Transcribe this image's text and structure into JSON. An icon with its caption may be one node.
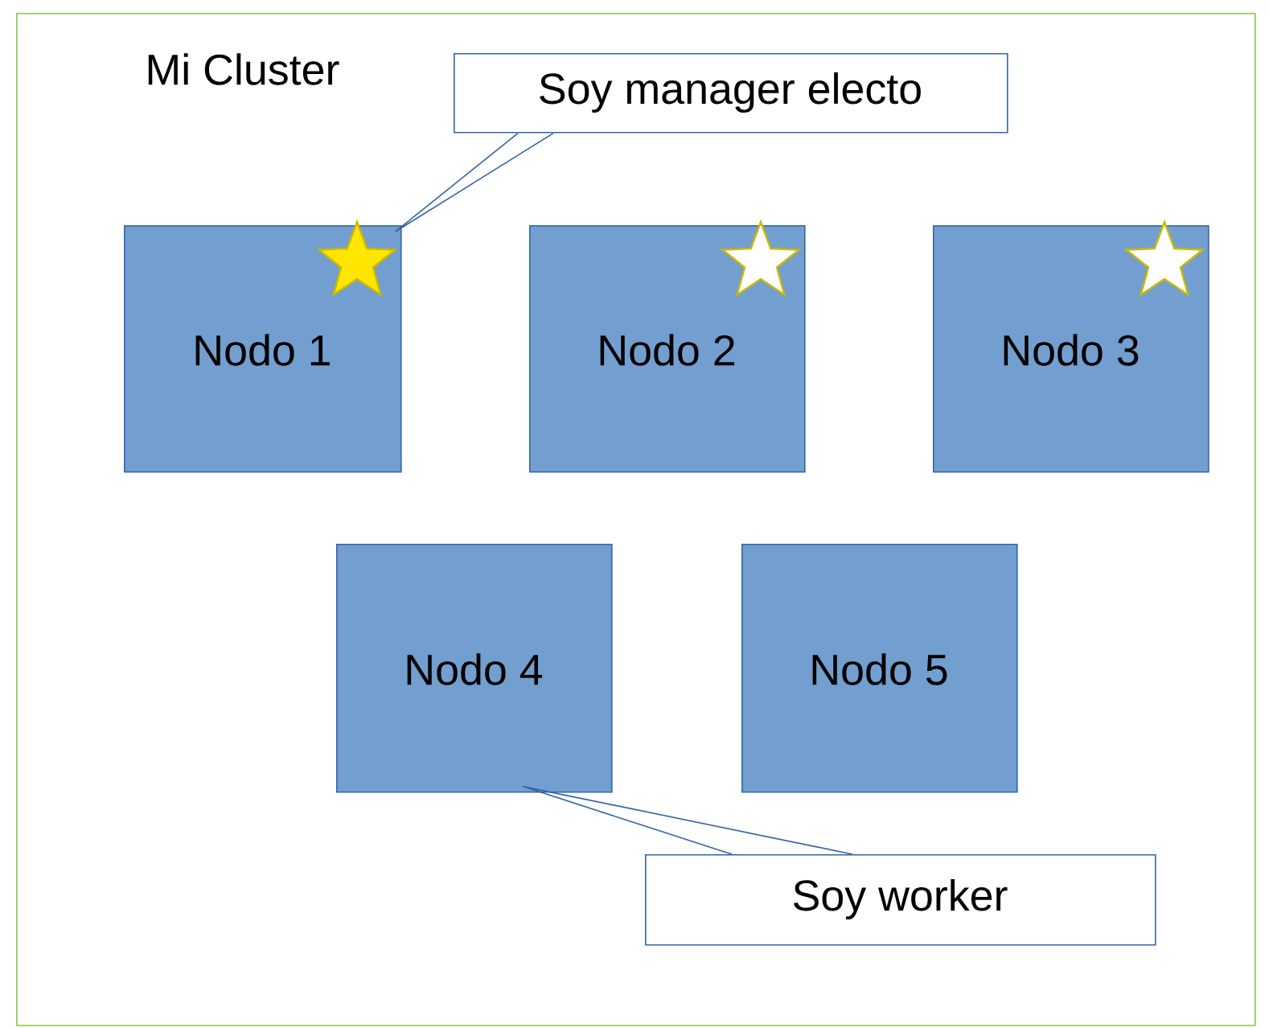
{
  "diagram": {
    "nodes": [
      {
        "text": [
          "Mi Cluster"
        ]
      },
      {
        "text": [
          "Nodo 1"
        ],
        "in": 0
      },
      {
        "text": [
          "Nodo 2"
        ],
        "in": 0
      },
      {
        "text": [
          "Nodo 3"
        ],
        "in": 0
      },
      {
        "text": [
          "Nodo 4"
        ],
        "in": 0
      },
      {
        "text": [
          "Nodo 5"
        ],
        "in": 0
      },
      {
        "text": [
          "Soy manager electo"
        ],
        "in": 0
      },
      {
        "text": [
          "Soy worker"
        ],
        "in": 0
      }
    ],
    "edges": [
      {
        "from": 6,
        "to": 1,
        "arrow": "none"
      },
      {
        "from": 7,
        "to": 4,
        "arrow": "none"
      }
    ]
  }
}
